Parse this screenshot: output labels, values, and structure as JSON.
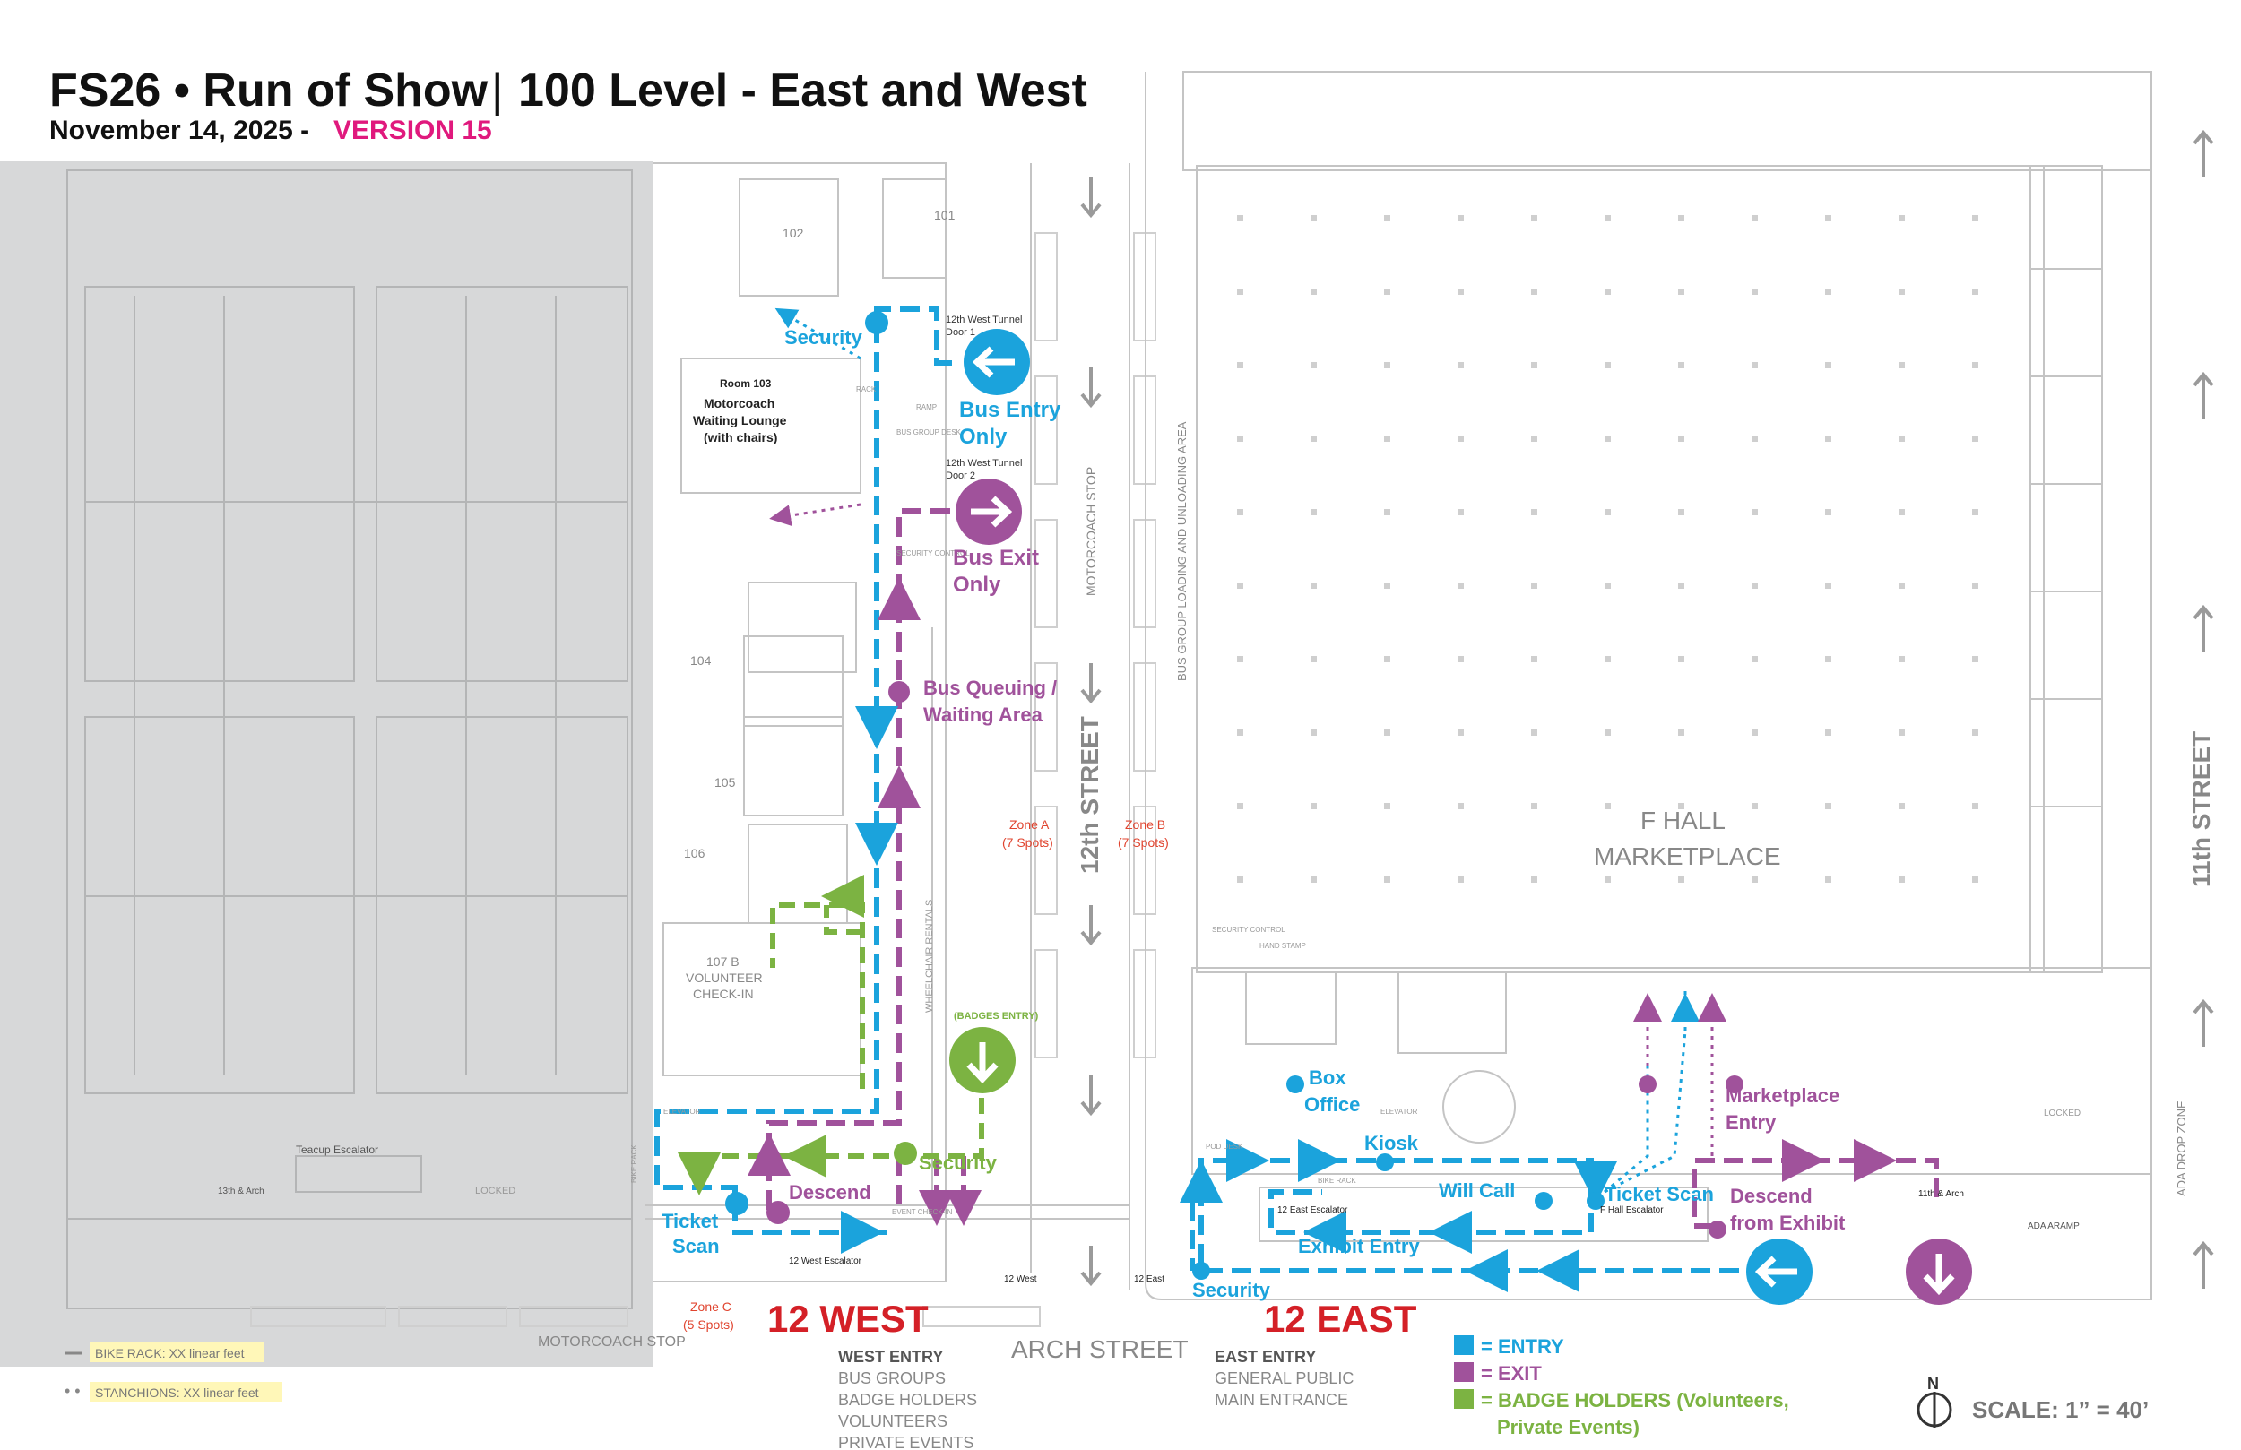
{
  "header": {
    "title_prefix": "FS26 • Run of Show",
    "title_suffix": "100 Level - East and West",
    "date": "November 14, 2025 -",
    "version": "VERSION 15"
  },
  "colors": {
    "entry": "#1ba3dc",
    "exit": "#a0529b",
    "badge": "#7cb342",
    "accent": "#e0197d",
    "red": "#d42027",
    "zone_text": "#e0442f",
    "street_text": "#888888",
    "plan_line": "#bdbdbd",
    "shade": "#d7d8d9"
  },
  "streets": {
    "twelfth": "12th STREET",
    "eleventh": "11th STREET",
    "arch": "ARCH STREET",
    "motorcoach_stop_vertical": "MOTORCOACH STOP",
    "motorcoach_stop_bottom": "MOTORCOACH STOP",
    "loading": "BUS GROUP LOADING AND UNLOADING AREA",
    "ada_drop": "ADA DROP ZONE"
  },
  "zones": {
    "a": {
      "name": "Zone A",
      "spots": "(7 Spots)"
    },
    "b": {
      "name": "Zone B",
      "spots": "(7 Spots)"
    },
    "c": {
      "name": "Zone C",
      "spots": "(5 Spots)"
    }
  },
  "rooms": {
    "r101": "101",
    "r102": "102",
    "r104": "104",
    "r105": "105",
    "r106": "106",
    "r107b": "107 B",
    "volunteer": "VOLUNTEER",
    "checkin": "CHECK-IN",
    "r103": "Room 103",
    "lounge1": "Motorcoach",
    "lounge2": "Waiting Lounge",
    "lounge3": "(with chairs)",
    "fhall1": "F HALL",
    "fhall2": "MARKETPLACE"
  },
  "small_labels": {
    "tunnel1": "12th West Tunnel",
    "door1": "Door 1",
    "tunnel2": "12th West Tunnel",
    "door2": "Door 2",
    "bus_group_desk": "BUS GROUP DESK",
    "ramp": "RAMP",
    "rack": "RACK",
    "security_control": "SECURITY CONTROL",
    "wheelchair": "WHEELCHAIR RENTALS",
    "badges_entry": "(BADGES ENTRY)",
    "elevator": "ELEVATOR",
    "teacup": "Teacup Escalator",
    "thirteenth_arch": "13th & Arch",
    "locked": "LOCKED",
    "bike_rack": "BIKE RACK",
    "event_checkin": "EVENT CHECK-IN",
    "west_escalator": "12 West Escalator",
    "twelve_west_small": "12 West",
    "twelve_east_small": "12 East",
    "east_escalator": "12 East Escalator",
    "fhall_escalator": "F Hall Escalator",
    "hand_stamp": "HAND STAMP",
    "pod_desk": "POD DESK",
    "eleventh_arch": "11th & Arch",
    "ada_aramp": "ADA ARAMP"
  },
  "flow_labels": {
    "security_top": "Security",
    "bus_entry": "Bus Entry",
    "bus_entry2": "Only",
    "bus_exit": "Bus Exit",
    "bus_exit2": "Only",
    "queuing1": "Bus Queuing /",
    "queuing2": "Waiting Area",
    "security_west": "Security",
    "descend": "Descend",
    "ticket_scan_west1": "Ticket",
    "ticket_scan_west2": "Scan",
    "box_office1": "Box",
    "box_office2": "Office",
    "kiosk": "Kiosk",
    "will_call": "Will Call",
    "ticket_scan_east": "Ticket Scan",
    "descend_exhibit1": "Descend",
    "descend_exhibit2": "from Exhibit",
    "marketplace_entry1": "Marketplace",
    "marketplace_entry2": "Entry",
    "exhibit_entry": "Exhibit Entry",
    "security_east": "Security"
  },
  "entrances": {
    "west_big": "12 WEST",
    "east_big": "12 EAST",
    "west_list": [
      "WEST ENTRY",
      "BUS GROUPS",
      "BADGE HOLDERS",
      "VOLUNTEERS",
      "PRIVATE EVENTS"
    ],
    "east_list": [
      "EAST ENTRY",
      "GENERAL PUBLIC",
      "MAIN ENTRANCE"
    ]
  },
  "legend": {
    "entry": "= ENTRY",
    "exit": "= EXIT",
    "badge1": "= BADGE HOLDERS (Volunteers,",
    "badge2": "Private Events)"
  },
  "notes": {
    "bike_rack": "BIKE RACK: XX linear feet",
    "stanchions": "STANCHIONS: XX linear feet"
  },
  "scale": {
    "north": "N",
    "text": "SCALE: 1” = 40’"
  }
}
